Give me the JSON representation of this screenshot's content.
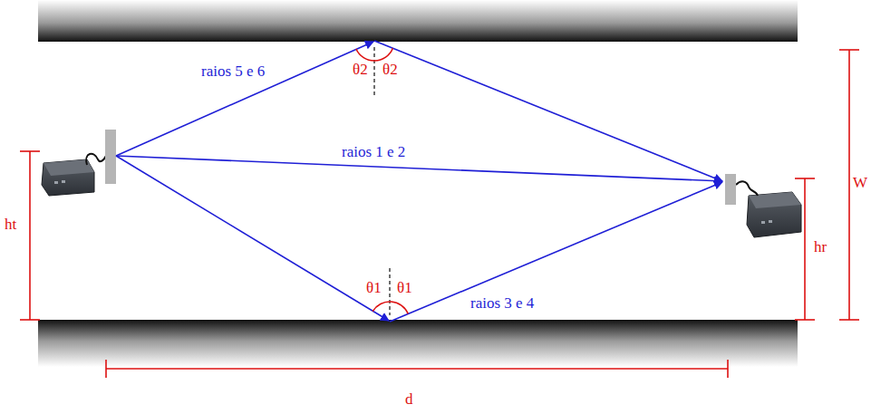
{
  "diagram": {
    "labels": [
      "raios 5 e 6",
      "θ2",
      "θ2",
      "raios 1 e 2",
      "ht",
      "W",
      "hr",
      "θ1",
      "θ1",
      "raios 3 e 4",
      "d"
    ]
  }
}
